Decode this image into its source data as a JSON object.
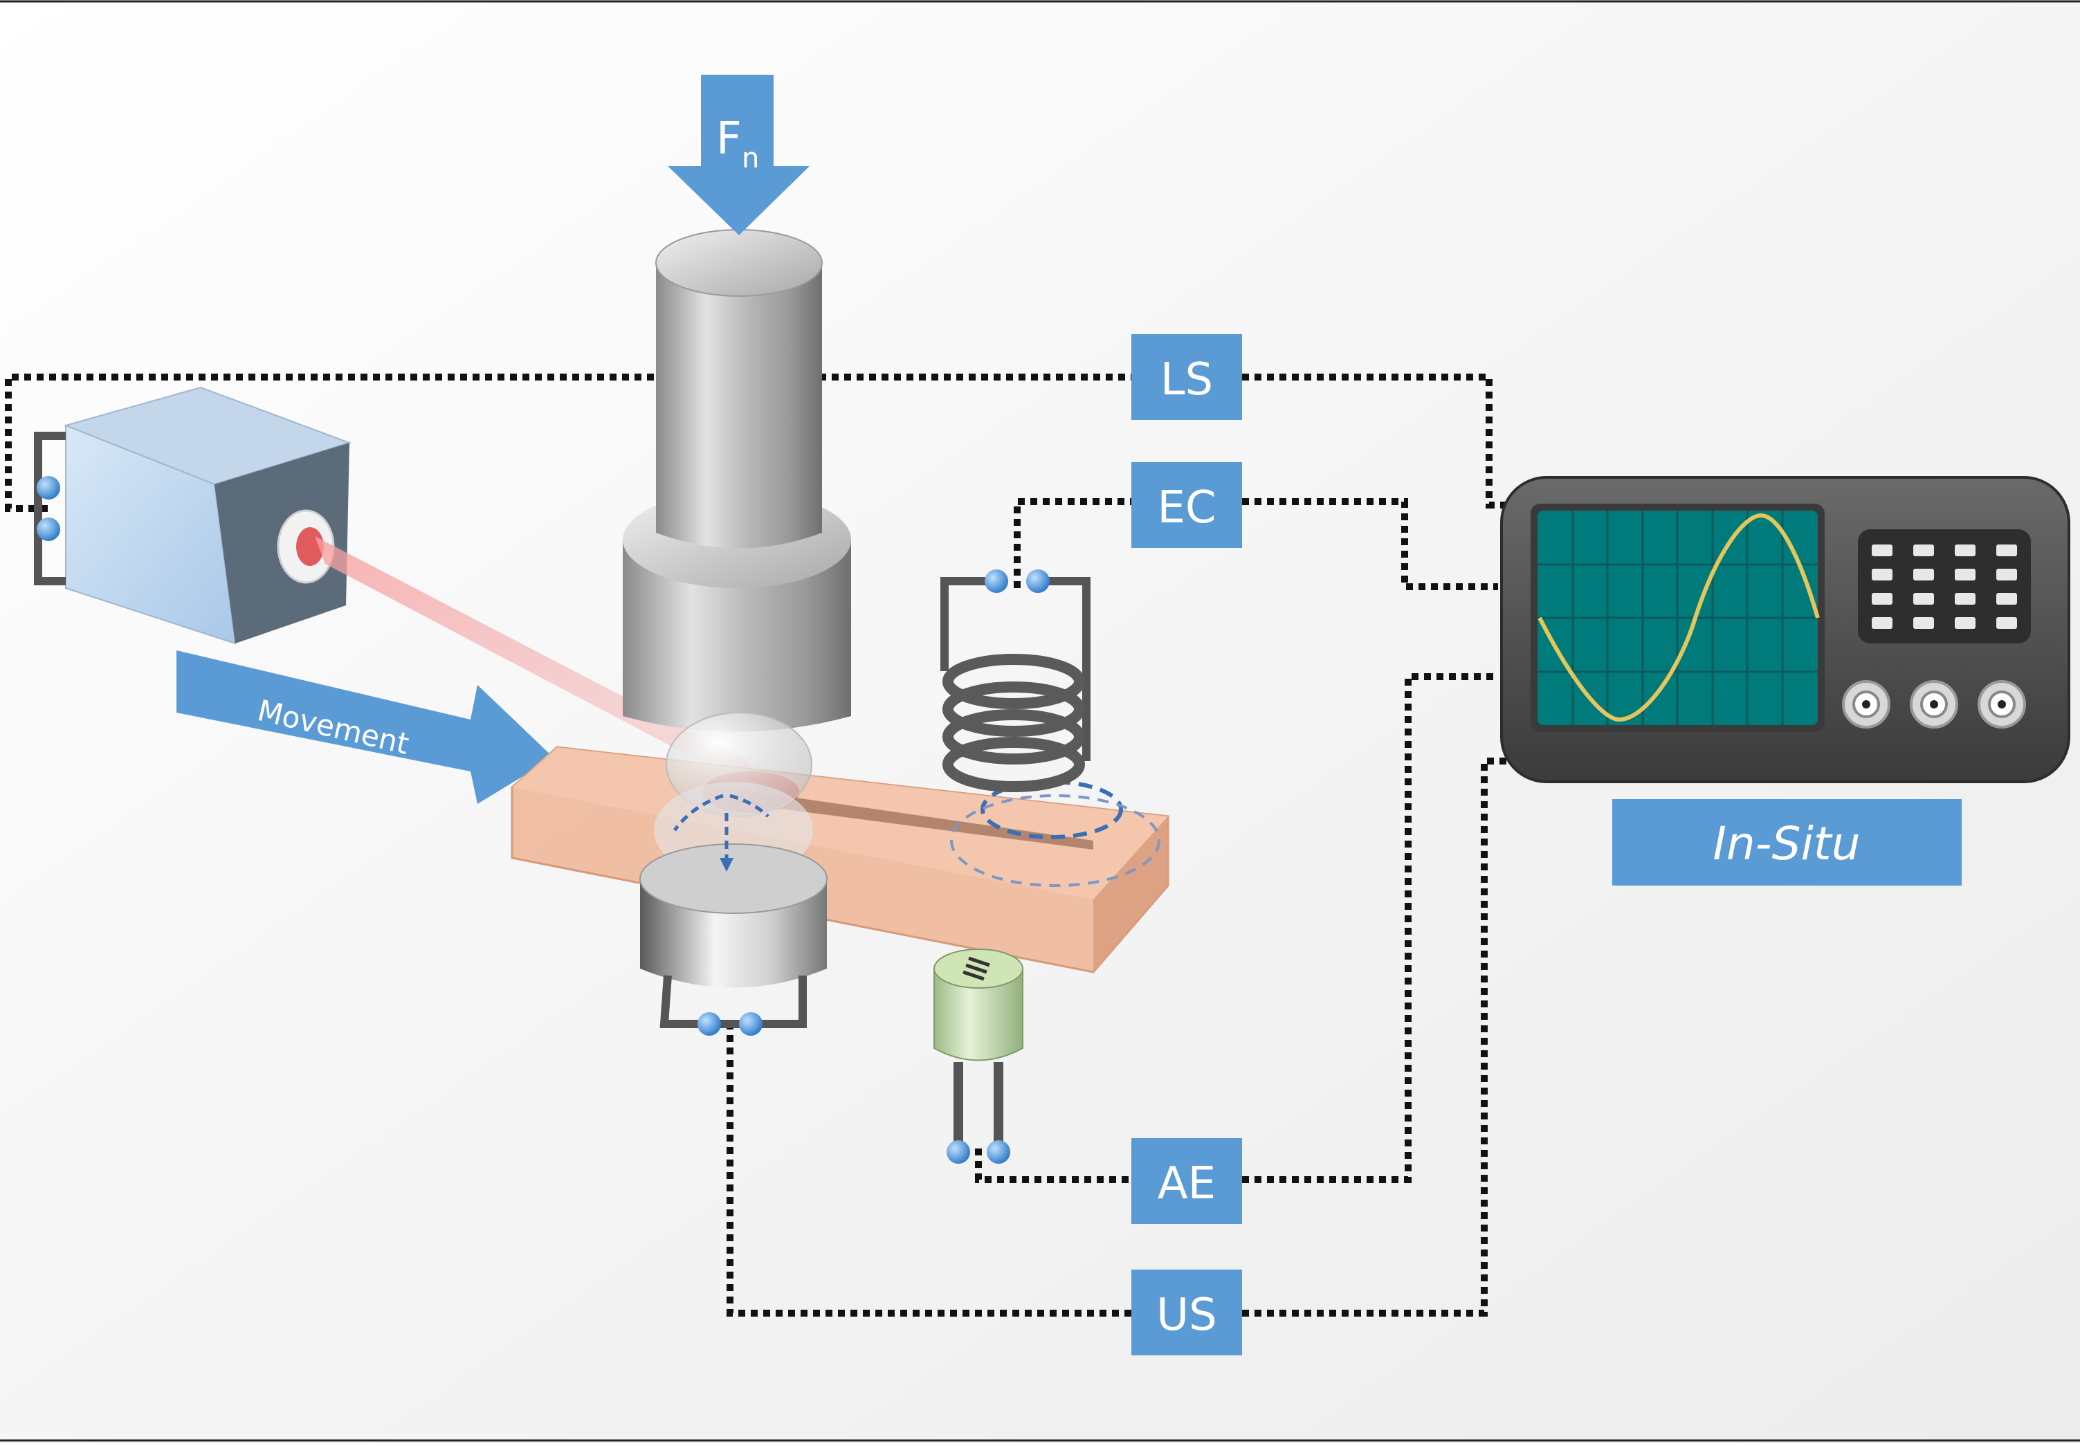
{
  "labels": {
    "force": "F",
    "force_subscript": "n",
    "movement": "Movement",
    "ls": "LS",
    "ec": "EC",
    "ae": "AE",
    "us": "US",
    "in_situ": "In-Situ"
  },
  "colors": {
    "label_box": "#5b9bd5",
    "label_text": "#ffffff",
    "wire": "#111111",
    "sample": "#efb89a",
    "scope_body": "#4d4d4d",
    "scope_screen": "#007a7a",
    "signal_trace": "#e5c65a",
    "laser": "#f08080",
    "connector": "#3b8fd9"
  },
  "icons": [
    "force-arrow-icon",
    "movement-arrow-icon",
    "laser-sensor-icon",
    "eddy-current-coil-icon",
    "acoustic-emission-sensor-icon",
    "ultrasonic-transducer-icon",
    "oscilloscope-icon"
  ]
}
